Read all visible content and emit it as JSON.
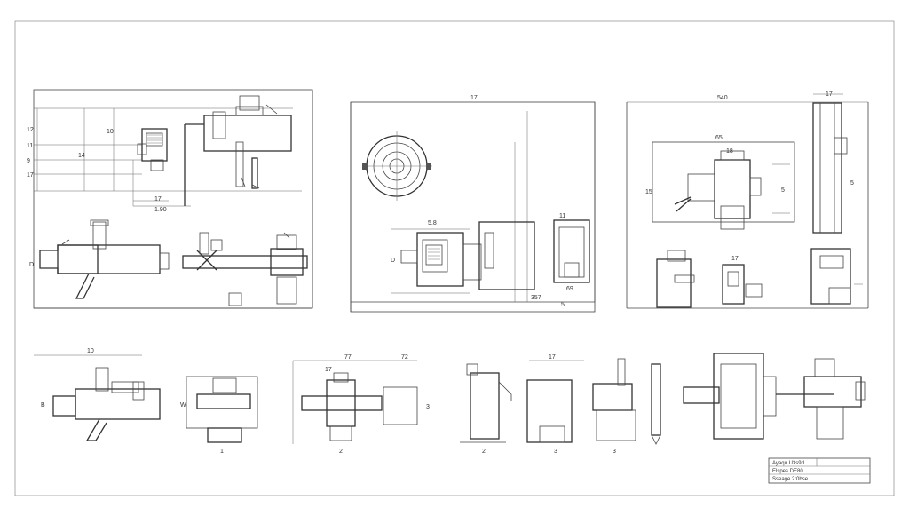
{
  "views": {
    "view_a": {
      "label_top_dim": "",
      "dims": [
        "12",
        "11",
        "9",
        "17",
        "14",
        "10",
        "17",
        "1.90",
        "D"
      ]
    },
    "view_b": {
      "label_top": "17",
      "dims": [
        "D",
        "5.8",
        "11",
        "69",
        "357",
        "5"
      ]
    },
    "view_c": {
      "label_top": "540",
      "label_right_top": "17",
      "dims": [
        "65",
        "18",
        "15",
        "5",
        "5",
        "17"
      ]
    },
    "bottom": {
      "d1_dim": "10",
      "d1_side": "B",
      "d2_side": "W",
      "d2_num": "1",
      "d3_dim_a": "17",
      "d3_dim_b": "77",
      "d3_dim_c": "72",
      "d3_side": "3",
      "d3_num": "2",
      "d4_num": "2",
      "d5_dim": "17",
      "d5_num": "3",
      "d6_num": "3"
    }
  },
  "title_block": {
    "row1": "Ayaqu U3s9d",
    "row2": "Elspes DE80",
    "row3": "Sseage 2:0bse"
  }
}
